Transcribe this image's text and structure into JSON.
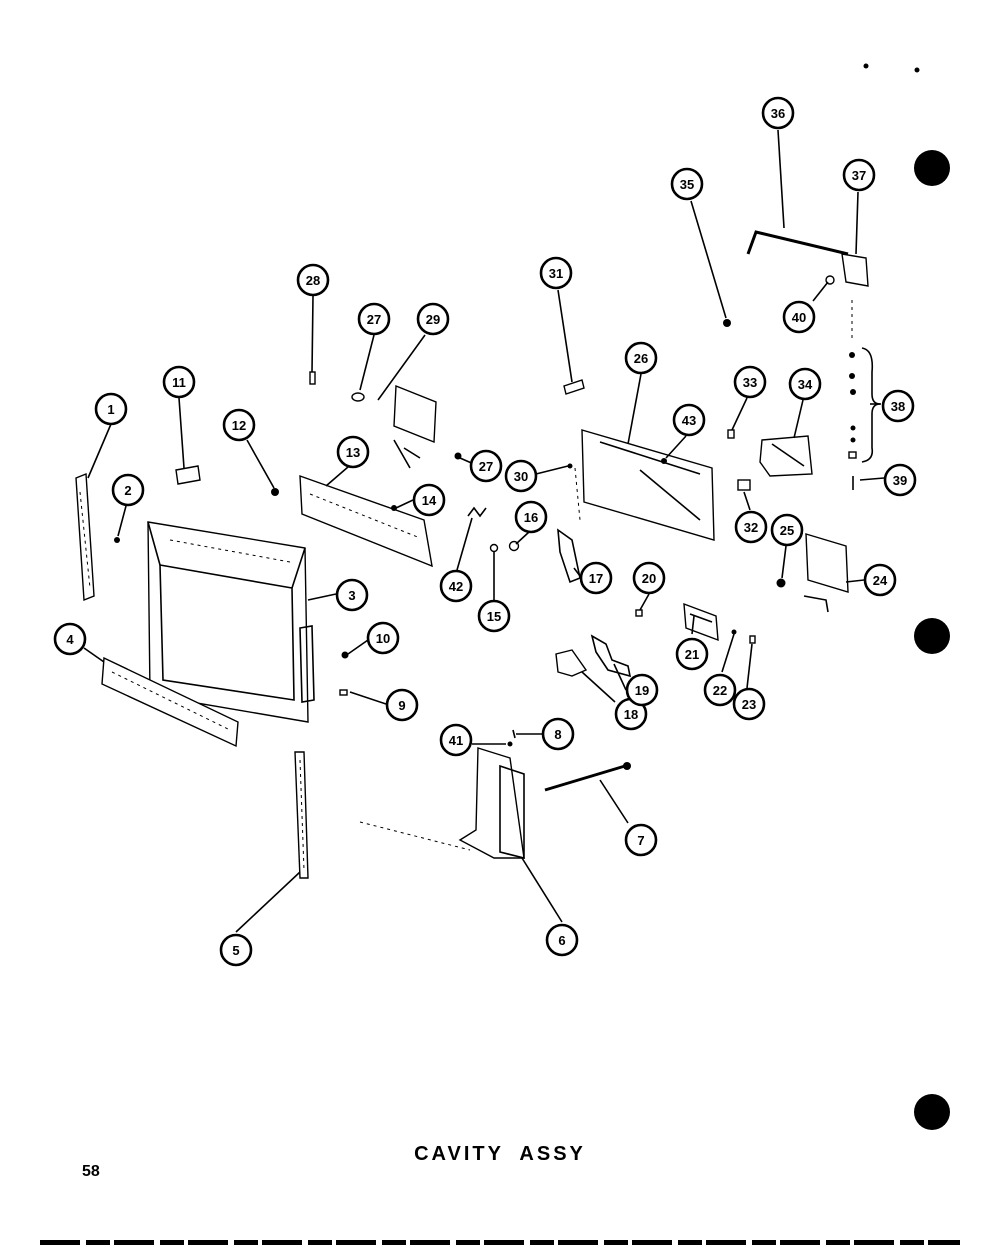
{
  "title": "CAVITY ASSY",
  "page_number": "58",
  "callouts": [
    "1",
    "2",
    "3",
    "4",
    "5",
    "6",
    "7",
    "8",
    "9",
    "10",
    "11",
    "12",
    "13",
    "14",
    "15",
    "16",
    "17",
    "18",
    "19",
    "20",
    "21",
    "22",
    "23",
    "24",
    "25",
    "26",
    "27",
    "27",
    "28",
    "29",
    "30",
    "31",
    "32",
    "33",
    "34",
    "35",
    "36",
    "37",
    "38",
    "39",
    "40",
    "41",
    "42",
    "43"
  ]
}
